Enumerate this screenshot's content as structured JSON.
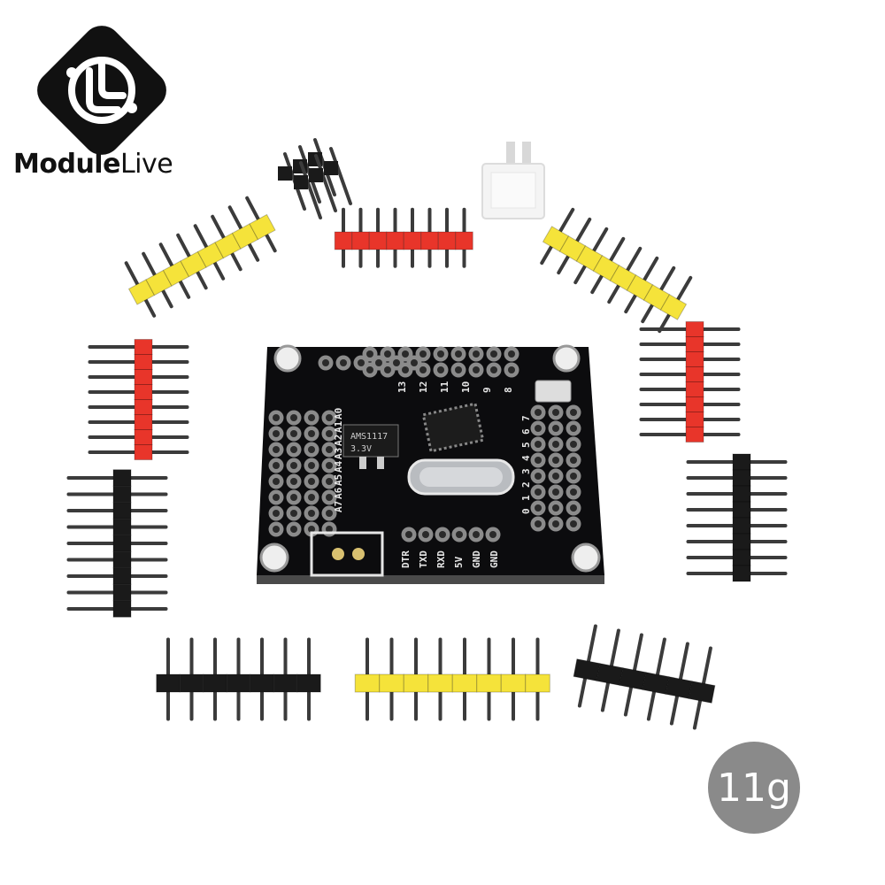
{
  "brand": {
    "name_bold": "Module",
    "name_light": "Live",
    "logo_icon": "moduleLive-diamond-logo-icon",
    "logo_color": "#111111"
  },
  "weight_badge": {
    "text": "11g",
    "color": "#8a8a8a"
  },
  "board": {
    "top_labels": [
      "13",
      "12",
      "11",
      "10",
      "9",
      "8"
    ],
    "left_labels": [
      "A0",
      "A1",
      "A2",
      "A3",
      "A4",
      "A5",
      "A6",
      "A7"
    ],
    "right_labels": [
      "7",
      "6",
      "5",
      "4",
      "3",
      "2",
      "1",
      "0"
    ],
    "bottom_labels": [
      "DTR",
      "TXD",
      "RXD",
      "5V",
      "GND",
      "GND"
    ],
    "chip_text": [
      "AMS1117",
      "3.3V"
    ],
    "pcb_color": "#0c0c0e",
    "silk_color": "#e6e6e6"
  },
  "header_colors": {
    "red": "#e8352a",
    "yellow": "#f5e33a",
    "black": "#1a1a1a",
    "white": "#f2f2f2"
  }
}
